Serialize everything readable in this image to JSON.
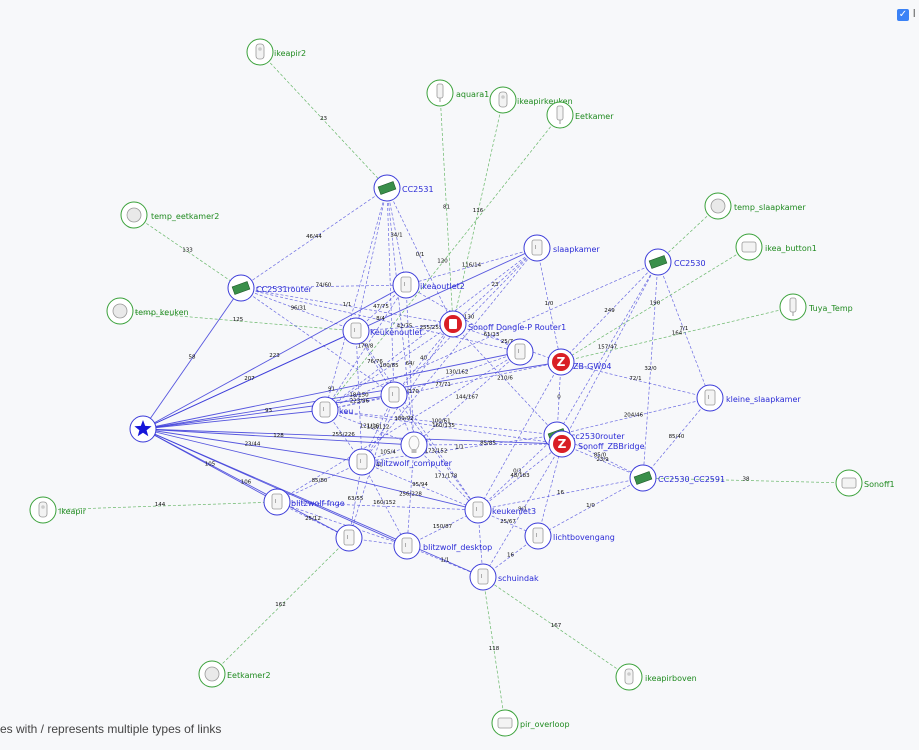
{
  "controls": {
    "legend_checkbox_label": "l"
  },
  "footnote": "es with / represents multiple types of links",
  "colors": {
    "router_link": "#3b3bd9",
    "end_link": "#3aa13a",
    "router_label": "#2b2bd6",
    "end_label": "#1f8a1f",
    "node_border": "#3b3bd9",
    "end_border": "#3aa13a"
  },
  "nodes": [
    {
      "id": "coordinator",
      "label": "",
      "kind": "coordinator",
      "icon": "star-icon"
    },
    {
      "id": "ikeapir2",
      "label": "ikeapir2",
      "kind": "end",
      "icon": "motion-sensor-icon"
    },
    {
      "id": "aquara1",
      "label": "aquara1",
      "kind": "end",
      "icon": "sensor-icon"
    },
    {
      "id": "ikeapirkeuken",
      "label": "ikeapirkeuken",
      "kind": "end",
      "icon": "motion-sensor-icon"
    },
    {
      "id": "eetkamer",
      "label": "Eetkamer",
      "kind": "end",
      "icon": "sensor-icon"
    },
    {
      "id": "cc2531",
      "label": "CC2531",
      "kind": "router",
      "icon": "board-icon"
    },
    {
      "id": "temp_eetkamer2",
      "label": "temp_eetkamer2",
      "kind": "end",
      "icon": "round-sensor-icon"
    },
    {
      "id": "temp_slaapkamer",
      "label": "temp_slaapkamer",
      "kind": "end",
      "icon": "round-sensor-icon"
    },
    {
      "id": "ikea_button1",
      "label": "ikea_button1",
      "kind": "end",
      "icon": "button-icon"
    },
    {
      "id": "tuya_temp",
      "label": "Tuya_Temp",
      "kind": "end",
      "icon": "sensor-icon"
    },
    {
      "id": "temp_keuken",
      "label": "temp_keuken",
      "kind": "end",
      "icon": "round-sensor-icon"
    },
    {
      "id": "cc2531router",
      "label": "CC2531router",
      "kind": "router",
      "icon": "board-icon"
    },
    {
      "id": "slaapkamer",
      "label": "slaapkamer",
      "kind": "router",
      "icon": "plug-icon"
    },
    {
      "id": "cc2530",
      "label": "CC2530",
      "kind": "router",
      "icon": "board-icon"
    },
    {
      "id": "ikeaoutlet2",
      "label": "ikeaoutlet2",
      "kind": "router",
      "icon": "plug-icon"
    },
    {
      "id": "sonoff_dongle",
      "label": "Sonoff Dongle-P Router1",
      "kind": "router",
      "icon": "dongle-icon"
    },
    {
      "id": "keuken_outlet",
      "label": "Keukenoutlet",
      "kind": "router",
      "icon": "plug-icon"
    },
    {
      "id": "ikea_mid",
      "label": "",
      "kind": "router",
      "icon": "plug-icon"
    },
    {
      "id": "zb_gw04",
      "label": "ZB-GW04",
      "kind": "router",
      "icon": "zigbee-icon"
    },
    {
      "id": "kleine_slaapkamer",
      "label": "kleine_slaapkamer",
      "kind": "router",
      "icon": "plug-icon"
    },
    {
      "id": "keuken_mid",
      "label": "keu",
      "kind": "router",
      "icon": "plug-icon"
    },
    {
      "id": "ikea_center",
      "label": "",
      "kind": "router",
      "icon": "plug-icon"
    },
    {
      "id": "cc2530router",
      "label": "cc2530router",
      "kind": "router",
      "icon": "board-icon"
    },
    {
      "id": "sonoff_zbbridge",
      "label": "Sonoff_ZBBridge",
      "kind": "router",
      "icon": "zigbee-icon"
    },
    {
      "id": "bulb_mid",
      "label": "",
      "kind": "router",
      "icon": "bulb-icon"
    },
    {
      "id": "blitzwolf_computer",
      "label": "blitzwolf_computer",
      "kind": "router",
      "icon": "plug-icon"
    },
    {
      "id": "ikeapir",
      "label": "ikeapir",
      "kind": "end",
      "icon": "motion-sensor-icon"
    },
    {
      "id": "cc2530_cc2591",
      "label": "CC2530_CC2591",
      "kind": "router",
      "icon": "board-icon"
    },
    {
      "id": "sonoff1",
      "label": "Sonoff1",
      "kind": "end",
      "icon": "switch-icon"
    },
    {
      "id": "blitzwolf_fnge",
      "label": "blitzwolf-fnge",
      "kind": "router",
      "icon": "plug-icon"
    },
    {
      "id": "keukenlet3",
      "label": "keukenlet3",
      "kind": "router",
      "icon": "plug-icon"
    },
    {
      "id": "lichtbovengang",
      "label": "lichtbovengang",
      "kind": "router",
      "icon": "plug-icon"
    },
    {
      "id": "plug_low",
      "label": "",
      "kind": "router",
      "icon": "plug-icon"
    },
    {
      "id": "blitzwolf_desktop",
      "label": "blitzwolf_desktop",
      "kind": "router",
      "icon": "plug-icon"
    },
    {
      "id": "schuindak",
      "label": "schuindak",
      "kind": "router",
      "icon": "plug-icon"
    },
    {
      "id": "eetkamer2",
      "label": "Eetkamer2",
      "kind": "end",
      "icon": "round-sensor-icon"
    },
    {
      "id": "ikeapirboven",
      "label": "ikeapirboven",
      "kind": "end",
      "icon": "motion-sensor-icon"
    },
    {
      "id": "pir_overloop",
      "label": "pir_overloop",
      "kind": "end",
      "icon": "switch-icon"
    }
  ],
  "edges": [
    {
      "a": "ikeapir2",
      "b": "cc2531",
      "type": "end",
      "label": "23"
    },
    {
      "a": "aquara1",
      "b": "sonoff_dongle",
      "type": "end",
      "label": "81"
    },
    {
      "a": "ikeapirkeuken",
      "b": "sonoff_dongle",
      "type": "end",
      "label": "116"
    },
    {
      "a": "eetkamer",
      "b": "keuken_mid",
      "type": "end",
      "label": "120"
    },
    {
      "a": "temp_eetkamer2",
      "b": "cc2531router",
      "type": "end",
      "label": "133"
    },
    {
      "a": "temp_slaapkamer",
      "b": "cc2530",
      "type": "end",
      "label": ""
    },
    {
      "a": "ikea_button1",
      "b": "zb_gw04",
      "type": "end",
      "label": "190"
    },
    {
      "a": "tuya_temp",
      "b": "zb_gw04",
      "type": "end",
      "label": "164"
    },
    {
      "a": "temp_keuken",
      "b": "keuken_outlet",
      "type": "end",
      "label": "125"
    },
    {
      "a": "ikeapir",
      "b": "blitzwolf_fnge",
      "type": "end",
      "label": "144"
    },
    {
      "a": "sonoff1",
      "b": "cc2530_cc2591",
      "type": "end",
      "label": "38"
    },
    {
      "a": "eetkamer2",
      "b": "plug_low",
      "type": "end",
      "label": "162"
    },
    {
      "a": "ikeapirboven",
      "b": "schuindak",
      "type": "end",
      "label": "167"
    },
    {
      "a": "pir_overloop",
      "b": "schuindak",
      "type": "end",
      "label": "118"
    },
    {
      "a": "coordinator",
      "b": "cc2531router",
      "type": "solid",
      "label": "58"
    },
    {
      "a": "coordinator",
      "b": "slaapkamer",
      "type": "solid",
      "label": ""
    },
    {
      "a": "coordinator",
      "b": "ikeaoutlet2",
      "type": "solid",
      "label": "223"
    },
    {
      "a": "coordinator",
      "b": "keuken_outlet",
      "type": "solid",
      "label": "207"
    },
    {
      "a": "coordinator",
      "b": "ikea_mid",
      "type": "solid",
      "label": "91"
    },
    {
      "a": "coordinator",
      "b": "zb_gw04",
      "type": "solid",
      "label": ""
    },
    {
      "a": "coordinator",
      "b": "keuken_mid",
      "type": "solid",
      "label": ""
    },
    {
      "a": "coordinator",
      "b": "ikea_center",
      "type": "solid",
      "label": "93"
    },
    {
      "a": "coordinator",
      "b": "bulb_mid",
      "type": "solid",
      "label": "128"
    },
    {
      "a": "coordinator",
      "b": "blitzwolf_computer",
      "type": "solid",
      "label": "23/44"
    },
    {
      "a": "coordinator",
      "b": "sonoff_zbbridge",
      "type": "solid",
      "label": ""
    },
    {
      "a": "coordinator",
      "b": "blitzwolf_fnge",
      "type": "solid",
      "label": "105"
    },
    {
      "a": "coordinator",
      "b": "plug_low",
      "type": "solid",
      "label": "106"
    },
    {
      "a": "coordinator",
      "b": "blitzwolf_desktop",
      "type": "solid",
      "label": ""
    },
    {
      "a": "coordinator",
      "b": "schuindak",
      "type": "solid",
      "label": ""
    },
    {
      "a": "coordinator",
      "b": "keukenlet3",
      "type": "solid",
      "label": ""
    },
    {
      "a": "cc2531",
      "b": "cc2531router",
      "type": "dashed",
      "label": "46/44"
    },
    {
      "a": "cc2531",
      "b": "ikeaoutlet2",
      "type": "dashed",
      "label": "34/1"
    },
    {
      "a": "cc2531",
      "b": "sonoff_dongle",
      "type": "dashed",
      "label": "0/1"
    },
    {
      "a": "cc2531",
      "b": "keuken_outlet",
      "type": "dashed",
      "label": ""
    },
    {
      "a": "cc2531",
      "b": "ikea_center",
      "type": "dashed",
      "label": ""
    },
    {
      "a": "cc2531",
      "b": "bulb_mid",
      "type": "dashed",
      "label": ""
    },
    {
      "a": "cc2531",
      "b": "keuken_mid",
      "type": "dashed",
      "label": ""
    },
    {
      "a": "cc2531router",
      "b": "ikeaoutlet2",
      "type": "dashed",
      "label": "74/60"
    },
    {
      "a": "cc2531router",
      "b": "keuken_outlet",
      "type": "dashed",
      "label": "96/31"
    },
    {
      "a": "cc2531router",
      "b": "ikea_mid",
      "type": "dashed",
      "label": "8/4"
    },
    {
      "a": "cc2531router",
      "b": "ikea_center",
      "type": "dashed",
      "label": ""
    },
    {
      "a": "cc2531router",
      "b": "sonoff_dongle",
      "type": "dashed",
      "label": "1/1"
    },
    {
      "a": "slaapkamer",
      "b": "ikeaoutlet2",
      "type": "dashed",
      "label": "116/14"
    },
    {
      "a": "slaapkamer",
      "b": "sonoff_dongle",
      "type": "dashed",
      "label": "23"
    },
    {
      "a": "slaapkamer",
      "b": "keuken_mid",
      "type": "dashed",
      "label": "255/255"
    },
    {
      "a": "slaapkamer",
      "b": "ikea_center",
      "type": "dashed",
      "label": ""
    },
    {
      "a": "slaapkamer",
      "b": "zb_gw04",
      "type": "dashed",
      "label": "1/0"
    },
    {
      "a": "slaapkamer",
      "b": "blitzwolf_computer",
      "type": "dashed",
      "label": ""
    },
    {
      "a": "cc2530",
      "b": "zb_gw04",
      "type": "dashed",
      "label": "249"
    },
    {
      "a": "cc2530",
      "b": "keuken_mid",
      "type": "dashed",
      "label": "61/13"
    },
    {
      "a": "cc2530",
      "b": "cc2530router",
      "type": "dashed",
      "label": "157/47"
    },
    {
      "a": "cc2530",
      "b": "cc2530_cc2591",
      "type": "dashed",
      "label": "32/0"
    },
    {
      "a": "cc2530",
      "b": "kleine_slaapkamer",
      "type": "dashed",
      "label": "7/1"
    },
    {
      "a": "cc2530",
      "b": "sonoff_zbbridge",
      "type": "dashed",
      "label": ""
    },
    {
      "a": "zb_gw04",
      "b": "kleine_slaapkamer",
      "type": "dashed",
      "label": "72/1"
    },
    {
      "a": "zb_gw04",
      "b": "cc2530router",
      "type": "dashed",
      "label": "0"
    },
    {
      "a": "kleine_slaapkamer",
      "b": "cc2530router",
      "type": "dashed",
      "label": "204/46"
    },
    {
      "a": "kleine_slaapkamer",
      "b": "cc2530_cc2591",
      "type": "dashed",
      "label": "85/40"
    },
    {
      "a": "cc2530router",
      "b": "cc2530_cc2591",
      "type": "dashed",
      "label": "85/0"
    },
    {
      "a": "cc2530_cc2591",
      "b": "lichtbovengang",
      "type": "dashed",
      "label": "1/0"
    },
    {
      "a": "cc2530_cc2591",
      "b": "keukenlet3",
      "type": "dashed",
      "label": "16"
    },
    {
      "a": "cc2530_cc2591",
      "b": "sonoff_zbbridge",
      "type": "dashed",
      "label": "23/9"
    },
    {
      "a": "sonoff_dongle",
      "b": "keuken_outlet",
      "type": "dashed",
      "label": "42/75"
    },
    {
      "a": "sonoff_dongle",
      "b": "keuken_mid",
      "type": "dashed",
      "label": "100/85"
    },
    {
      "a": "sonoff_dongle",
      "b": "zb_gw04",
      "type": "dashed",
      "label": "25/7"
    },
    {
      "a": "sonoff_dongle",
      "b": "ikea_center",
      "type": "dashed",
      "label": "40"
    },
    {
      "a": "sonoff_dongle",
      "b": "blitzwolf_computer",
      "type": "dashed",
      "label": "136/170"
    },
    {
      "a": "sonoff_dongle",
      "b": "cc2530router",
      "type": "dashed",
      "label": "210/6"
    },
    {
      "a": "ikeaoutlet2",
      "b": "keuken_outlet",
      "type": "dashed",
      "label": "47/75"
    },
    {
      "a": "ikeaoutlet2",
      "b": "ikea_mid",
      "type": "dashed",
      "label": "132/130"
    },
    {
      "a": "ikeaoutlet2",
      "b": "bulb_mid",
      "type": "dashed",
      "label": "64/"
    },
    {
      "a": "ikeaoutlet2",
      "b": "keuken_mid",
      "type": "dashed",
      "label": "170/8"
    },
    {
      "a": "keuken_outlet",
      "b": "ikea_center",
      "type": "dashed",
      "label": "76/76"
    },
    {
      "a": "keuken_outlet",
      "b": "blitzwolf_computer",
      "type": "dashed",
      "label": "18/150"
    },
    {
      "a": "keuken_outlet",
      "b": "keukenlet3",
      "type": "dashed",
      "label": ""
    },
    {
      "a": "ikea_mid",
      "b": "ikea_center",
      "type": "dashed",
      "label": "130/162"
    },
    {
      "a": "ikea_mid",
      "b": "bulb_mid",
      "type": "dashed",
      "label": "144/167"
    },
    {
      "a": "ikea_mid",
      "b": "blitzwolf_fnge",
      "type": "dashed",
      "label": ""
    },
    {
      "a": "ikea_center",
      "b": "bulb_mid",
      "type": "dashed",
      "label": "189/92"
    },
    {
      "a": "ikea_center",
      "b": "keuken_mid",
      "type": "dashed",
      "label": "223/96"
    },
    {
      "a": "ikea_center",
      "b": "blitzwolf_computer",
      "type": "dashed",
      "label": "113/112"
    },
    {
      "a": "ikea_center",
      "b": "keukenlet3",
      "type": "dashed",
      "label": "173/152"
    },
    {
      "a": "ikea_center",
      "b": "plug_low",
      "type": "dashed",
      "label": "147/140"
    },
    {
      "a": "keuken_mid",
      "b": "cc2530router",
      "type": "dashed",
      "label": "100/61"
    },
    {
      "a": "keuken_mid",
      "b": "sonoff_zbbridge",
      "type": "dashed",
      "label": "160/135"
    },
    {
      "a": "keuken_mid",
      "b": "bulb_mid",
      "type": "dashed",
      "label": "121/16"
    },
    {
      "a": "keuken_mid",
      "b": "blitzwolf_computer",
      "type": "dashed",
      "label": "255/226"
    },
    {
      "a": "bulb_mid",
      "b": "blitzwolf_computer",
      "type": "dashed",
      "label": "105/4"
    },
    {
      "a": "bulb_mid",
      "b": "keukenlet3",
      "type": "dashed",
      "label": "171/178"
    },
    {
      "a": "bulb_mid",
      "b": "sonoff_zbbridge",
      "type": "dashed",
      "label": "85/85"
    },
    {
      "a": "bulb_mid",
      "b": "blitzwolf_desktop",
      "type": "dashed",
      "label": "256/228"
    },
    {
      "a": "blitzwolf_computer",
      "b": "blitzwolf_fnge",
      "type": "dashed",
      "label": "85/80"
    },
    {
      "a": "blitzwolf_computer",
      "b": "keukenlet3",
      "type": "dashed",
      "label": "95/94"
    },
    {
      "a": "blitzwolf_computer",
      "b": "plug_low",
      "type": "dashed",
      "label": "63/55"
    },
    {
      "a": "blitzwolf_computer",
      "b": "blitzwolf_desktop",
      "type": "dashed",
      "label": "160/152"
    },
    {
      "a": "blitzwolf_fnge",
      "b": "plug_low",
      "type": "dashed",
      "label": "25/12"
    },
    {
      "a": "blitzwolf_fnge",
      "b": "blitzwolf_desktop",
      "type": "dashed",
      "label": ""
    },
    {
      "a": "blitzwolf_fnge",
      "b": "keukenlet3",
      "type": "dashed",
      "label": ""
    },
    {
      "a": "plug_low",
      "b": "blitzwolf_desktop",
      "type": "dashed",
      "label": ""
    },
    {
      "a": "blitzwolf_desktop",
      "b": "schuindak",
      "type": "dashed",
      "label": "1/1"
    },
    {
      "a": "blitzwolf_desktop",
      "b": "keukenlet3",
      "type": "dashed",
      "label": "150/87"
    },
    {
      "a": "keukenlet3",
      "b": "lichtbovengang",
      "type": "dashed",
      "label": "25/67"
    },
    {
      "a": "keukenlet3",
      "b": "schuindak",
      "type": "dashed",
      "label": ""
    },
    {
      "a": "keukenlet3",
      "b": "sonoff_zbbridge",
      "type": "dashed",
      "label": "48/183"
    },
    {
      "a": "lichtbovengang",
      "b": "schuindak",
      "type": "dashed",
      "label": "16"
    },
    {
      "a": "lichtbovengang",
      "b": "sonoff_zbbridge",
      "type": "dashed",
      "label": ""
    },
    {
      "a": "cc2530router",
      "b": "keukenlet3",
      "type": "dashed",
      "label": "0/1"
    },
    {
      "a": "cc2530router",
      "b": "blitzwolf_computer",
      "type": "dashed",
      "label": "1/1"
    },
    {
      "a": "zb_gw04",
      "b": "keuken_mid",
      "type": "dashed",
      "label": "77/71"
    },
    {
      "a": "zb_gw04",
      "b": "keukenlet3",
      "type": "dashed",
      "label": ""
    },
    {
      "a": "sonoff_zbbridge",
      "b": "schuindak",
      "type": "dashed",
      "label": "9/1"
    }
  ]
}
